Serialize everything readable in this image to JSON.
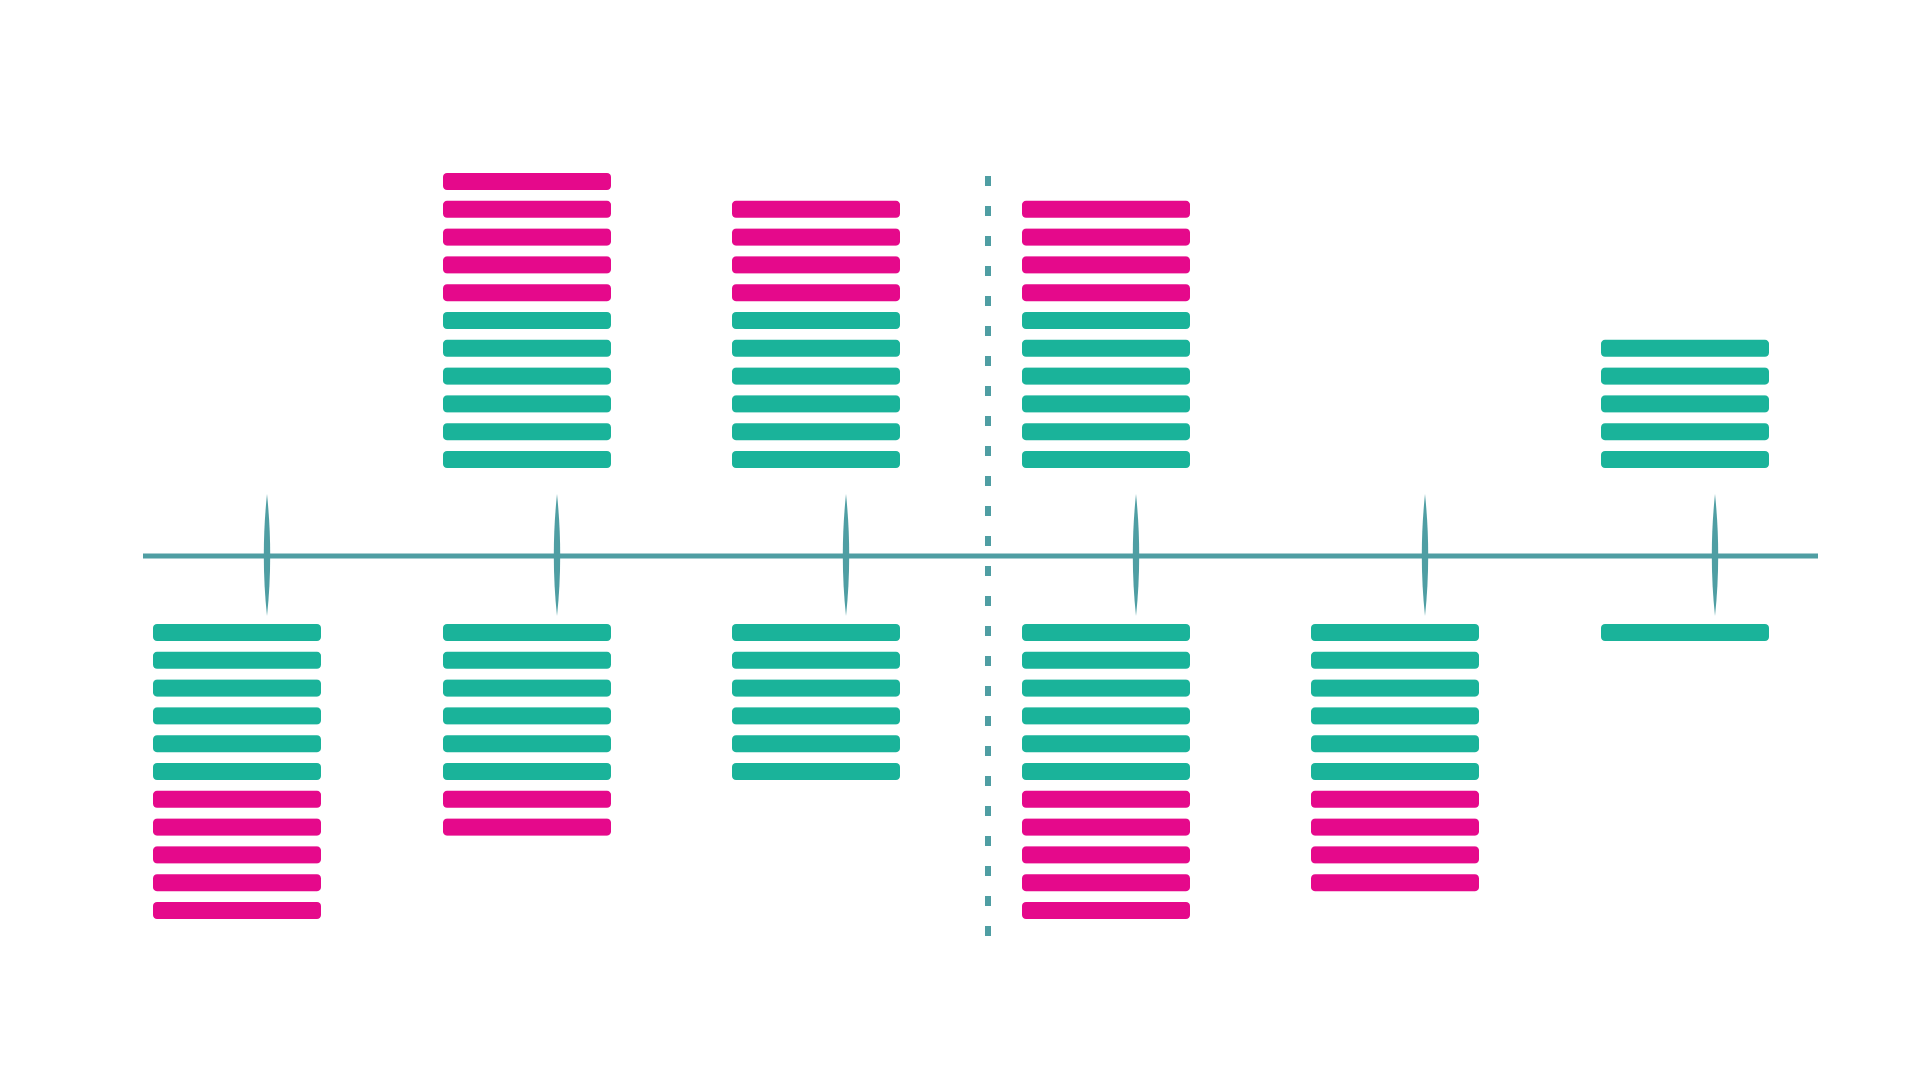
{
  "colors": {
    "background": "#ffffff",
    "axis": "#4f9ea3",
    "teal": "#1ab39a",
    "magenta": "#e5098b"
  },
  "diagram": {
    "divider": {
      "style": "dashed",
      "after_tick_index": 2
    },
    "ticks": [
      {
        "index": 1,
        "above": [],
        "below": [
          "teal",
          "teal",
          "teal",
          "teal",
          "teal",
          "teal",
          "magenta",
          "magenta",
          "magenta",
          "magenta",
          "magenta"
        ]
      },
      {
        "index": 2,
        "above": [
          "magenta",
          "magenta",
          "magenta",
          "magenta",
          "magenta",
          "teal",
          "teal",
          "teal",
          "teal",
          "teal",
          "teal"
        ],
        "below": [
          "teal",
          "teal",
          "teal",
          "teal",
          "teal",
          "teal",
          "magenta",
          "magenta"
        ]
      },
      {
        "index": 3,
        "above": [
          "magenta",
          "magenta",
          "magenta",
          "magenta",
          "teal",
          "teal",
          "teal",
          "teal",
          "teal",
          "teal"
        ],
        "below": [
          "teal",
          "teal",
          "teal",
          "teal",
          "teal",
          "teal"
        ]
      },
      {
        "index": 4,
        "above": [
          "magenta",
          "magenta",
          "magenta",
          "magenta",
          "teal",
          "teal",
          "teal",
          "teal",
          "teal",
          "teal"
        ],
        "below": [
          "teal",
          "teal",
          "teal",
          "teal",
          "teal",
          "teal",
          "magenta",
          "magenta",
          "magenta",
          "magenta",
          "magenta"
        ]
      },
      {
        "index": 5,
        "above": [],
        "below": [
          "teal",
          "teal",
          "teal",
          "teal",
          "teal",
          "teal",
          "magenta",
          "magenta",
          "magenta",
          "magenta"
        ]
      },
      {
        "index": 6,
        "above": [
          "teal",
          "teal",
          "teal",
          "teal",
          "teal"
        ],
        "below": [
          "teal"
        ]
      }
    ]
  }
}
